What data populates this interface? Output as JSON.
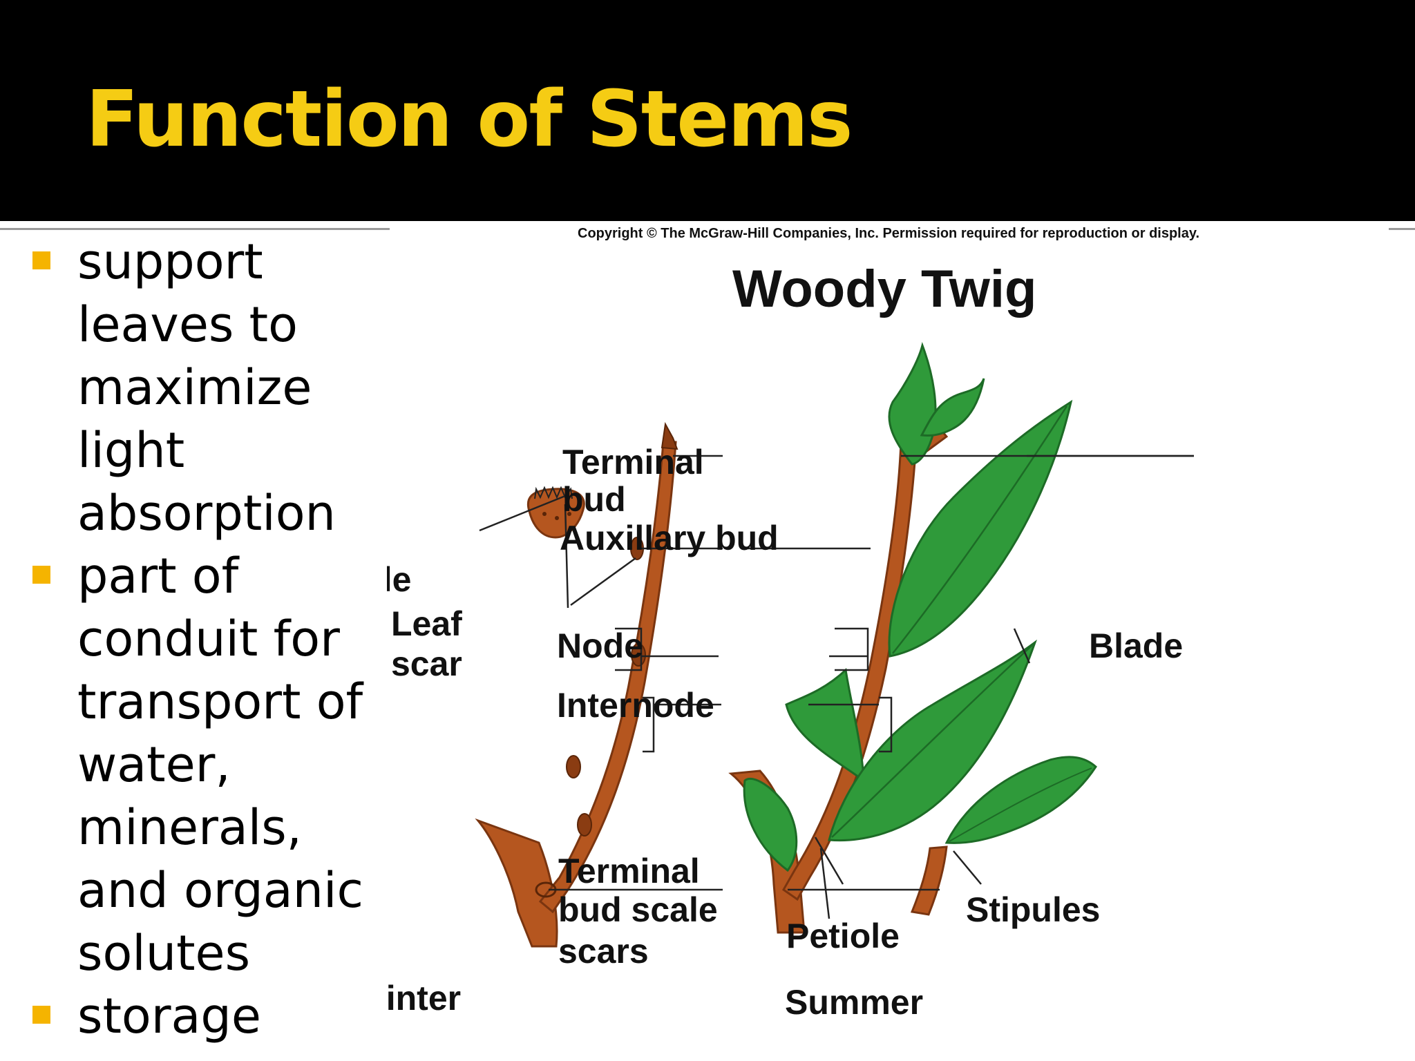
{
  "slide": {
    "title": "Function of Stems",
    "bullets": [
      "support leaves to maximize light absorption",
      "part of conduit for transport of water, minerals, and organic solutes",
      "storage"
    ],
    "colors": {
      "title_bar": "#000000",
      "title_text": "#f5cc14",
      "bullet_marker": "#f5b400"
    }
  },
  "figure": {
    "copyright": "Copyright © The McGraw-Hill Companies, Inc. Permission required for reproduction or display.",
    "title": "Woody Twig",
    "panels": {
      "left": "Winter",
      "right": "Summer"
    },
    "labels": {
      "terminal_bud_1": "Terminal",
      "terminal_bud_2": "bud",
      "auxillary_bud": "Auxillary bud",
      "node": "Node",
      "internode": "Internode",
      "bud_scale_scars_1": "Terminal",
      "bud_scale_scars_2": "bud scale",
      "bud_scale_scars_3": "scars",
      "bundle_scar_1": "Bundle",
      "bundle_scar_2": "scar",
      "leaf_scar_1": "Leaf",
      "leaf_scar_2": "scar",
      "blade": "Blade",
      "petiole": "Petiole",
      "stipules": "Stipules"
    },
    "colors": {
      "bark": "#b5561f",
      "bark_dark": "#7a3510",
      "leaf": "#2f9a3a",
      "leaf_dark": "#1d6b26"
    }
  }
}
